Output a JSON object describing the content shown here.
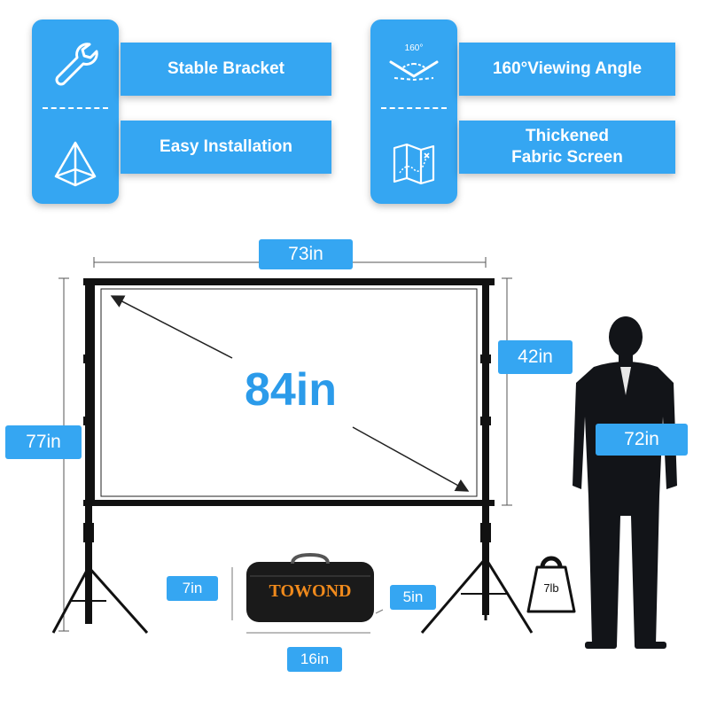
{
  "features": {
    "stable_bracket": "Stable Bracket",
    "easy_installation": "Easy Installation",
    "viewing_angle": "160°Viewing Angle",
    "thickened_line1": "Thickened",
    "thickened_line2": "Fabric Screen",
    "angle_badge": "160°"
  },
  "dimensions": {
    "width": "73in",
    "diagonal": "84in",
    "screen_height": "42in",
    "total_height": "77in",
    "person_height": "72in",
    "bag_height": "7in",
    "bag_depth": "5in",
    "bag_length": "16in",
    "weight": "7lb"
  },
  "bag": {
    "brand": "TOWOND"
  },
  "colors": {
    "accent": "#35a6f2",
    "diagonal_text": "#2b9bea",
    "bag_brand": "#f08a1c"
  },
  "icons": [
    "wrench-icon",
    "pyramid-icon",
    "viewing-angle-icon",
    "fabric-map-icon",
    "weight-icon"
  ]
}
